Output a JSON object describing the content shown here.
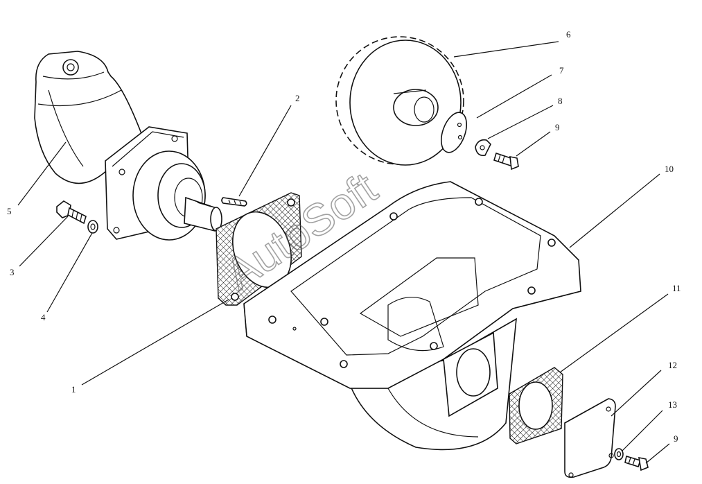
{
  "watermark": "AutoSoft",
  "callouts": [
    {
      "id": "c1",
      "text": "1"
    },
    {
      "id": "c2",
      "text": "2"
    },
    {
      "id": "c3",
      "text": "3"
    },
    {
      "id": "c4",
      "text": "4"
    },
    {
      "id": "c5",
      "text": "5"
    },
    {
      "id": "c6",
      "text": "6"
    },
    {
      "id": "c7",
      "text": "7"
    },
    {
      "id": "c8",
      "text": "8"
    },
    {
      "id": "c9a",
      "text": "9"
    },
    {
      "id": "c10",
      "text": "10"
    },
    {
      "id": "c11",
      "text": "11"
    },
    {
      "id": "c12",
      "text": "12"
    },
    {
      "id": "c13",
      "text": "13"
    },
    {
      "id": "c9b",
      "text": "9"
    }
  ]
}
